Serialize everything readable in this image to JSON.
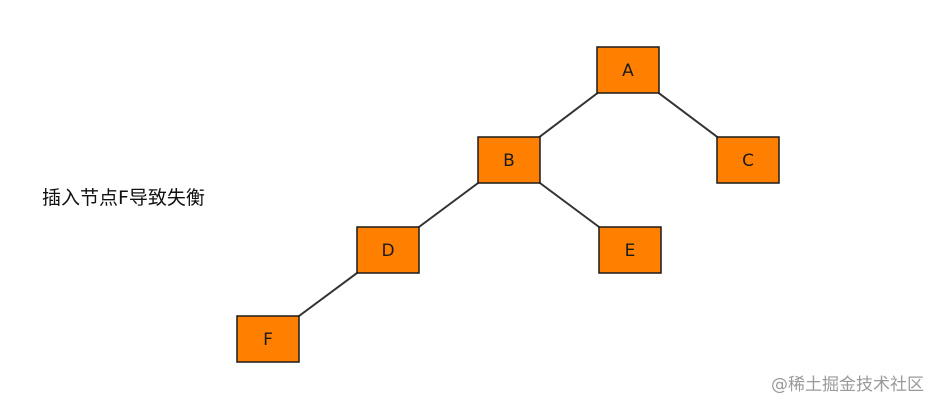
{
  "caption": "插入节点F导致失衡",
  "watermark": "@稀土掘金技术社区",
  "colors": {
    "node_fill": "#FF8000",
    "edge": "#333333"
  },
  "tree": {
    "nodes": [
      {
        "id": "A",
        "label": "A"
      },
      {
        "id": "B",
        "label": "B"
      },
      {
        "id": "C",
        "label": "C"
      },
      {
        "id": "D",
        "label": "D"
      },
      {
        "id": "E",
        "label": "E"
      },
      {
        "id": "F",
        "label": "F"
      }
    ],
    "edges": [
      {
        "from": "A",
        "to": "B"
      },
      {
        "from": "A",
        "to": "C"
      },
      {
        "from": "B",
        "to": "D"
      },
      {
        "from": "B",
        "to": "E"
      },
      {
        "from": "D",
        "to": "F"
      }
    ]
  }
}
